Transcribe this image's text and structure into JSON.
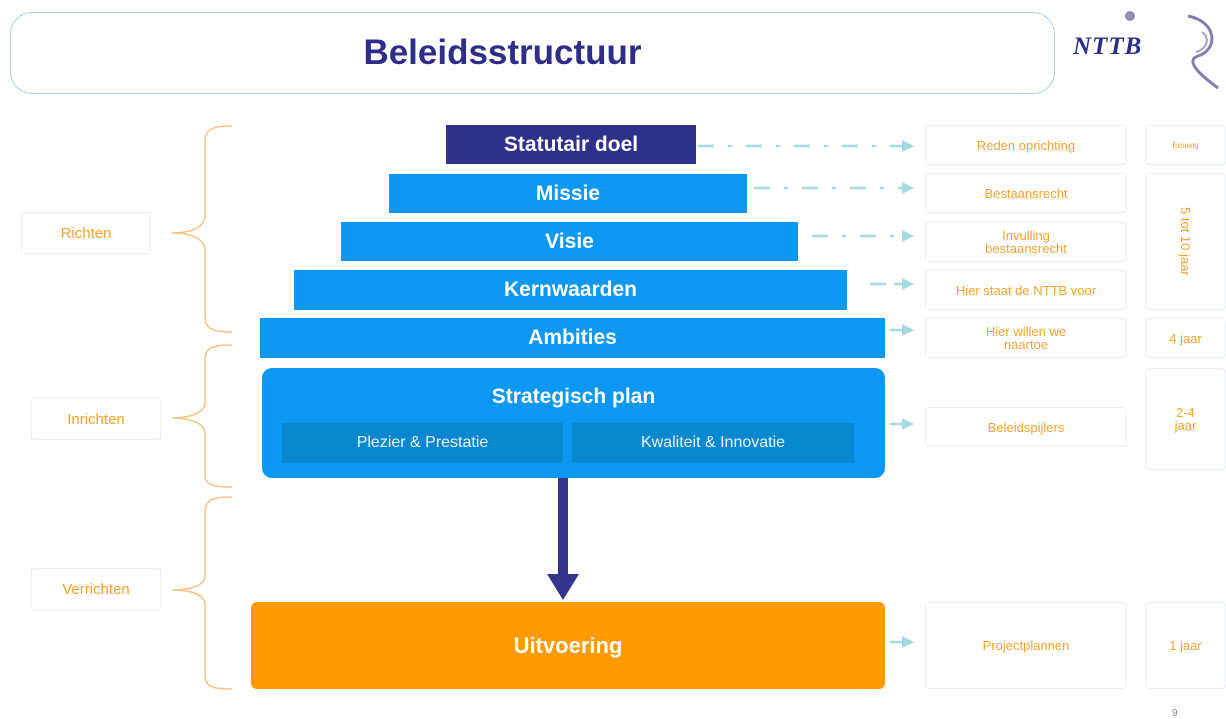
{
  "title": "Beleidsstructuur",
  "logo": {
    "text": "NTTB"
  },
  "pyramid": {
    "statutair_doel": "Statutair doel",
    "missie": "Missie",
    "visie": "Visie",
    "kernwaarden": "Kernwaarden",
    "ambities": "Ambities",
    "strategisch_plan": "Strategisch plan",
    "pillar_1": "Plezier & Prestatie",
    "pillar_2": "Kwaliteit & Innovatie",
    "uitvoering": "Uitvoering"
  },
  "phases": {
    "richten": "Richten",
    "inrichten": "Inrichten",
    "verrichten": "Verrichten"
  },
  "descriptions": {
    "reden_oprichting": "Reden oprichting",
    "bestaansrecht": "Bestaansrecht",
    "invulling": "Invulling bestaansrecht",
    "hier_staat": "Hier staat de NTTB voor",
    "hier_willen": "Hier willen we naartoe",
    "beleidspijlers": "Beleidspijlers",
    "projectplannen": "Projectplannen"
  },
  "timeframes": {
    "eeuwig": "Eeuwig",
    "vijf_tot_tien": "5 tot 10 jaar",
    "vier_jaar": "4 jaar",
    "twee_vier": "2-4 jaar",
    "een_jaar": "1 jaar"
  },
  "page_number": "9",
  "colors": {
    "navy": "#2f2f8c",
    "blue": "#0c97f2",
    "orange": "#ff9a00",
    "label_orange": "#f5a230",
    "arrow_cyan": "#a5dbe0"
  }
}
